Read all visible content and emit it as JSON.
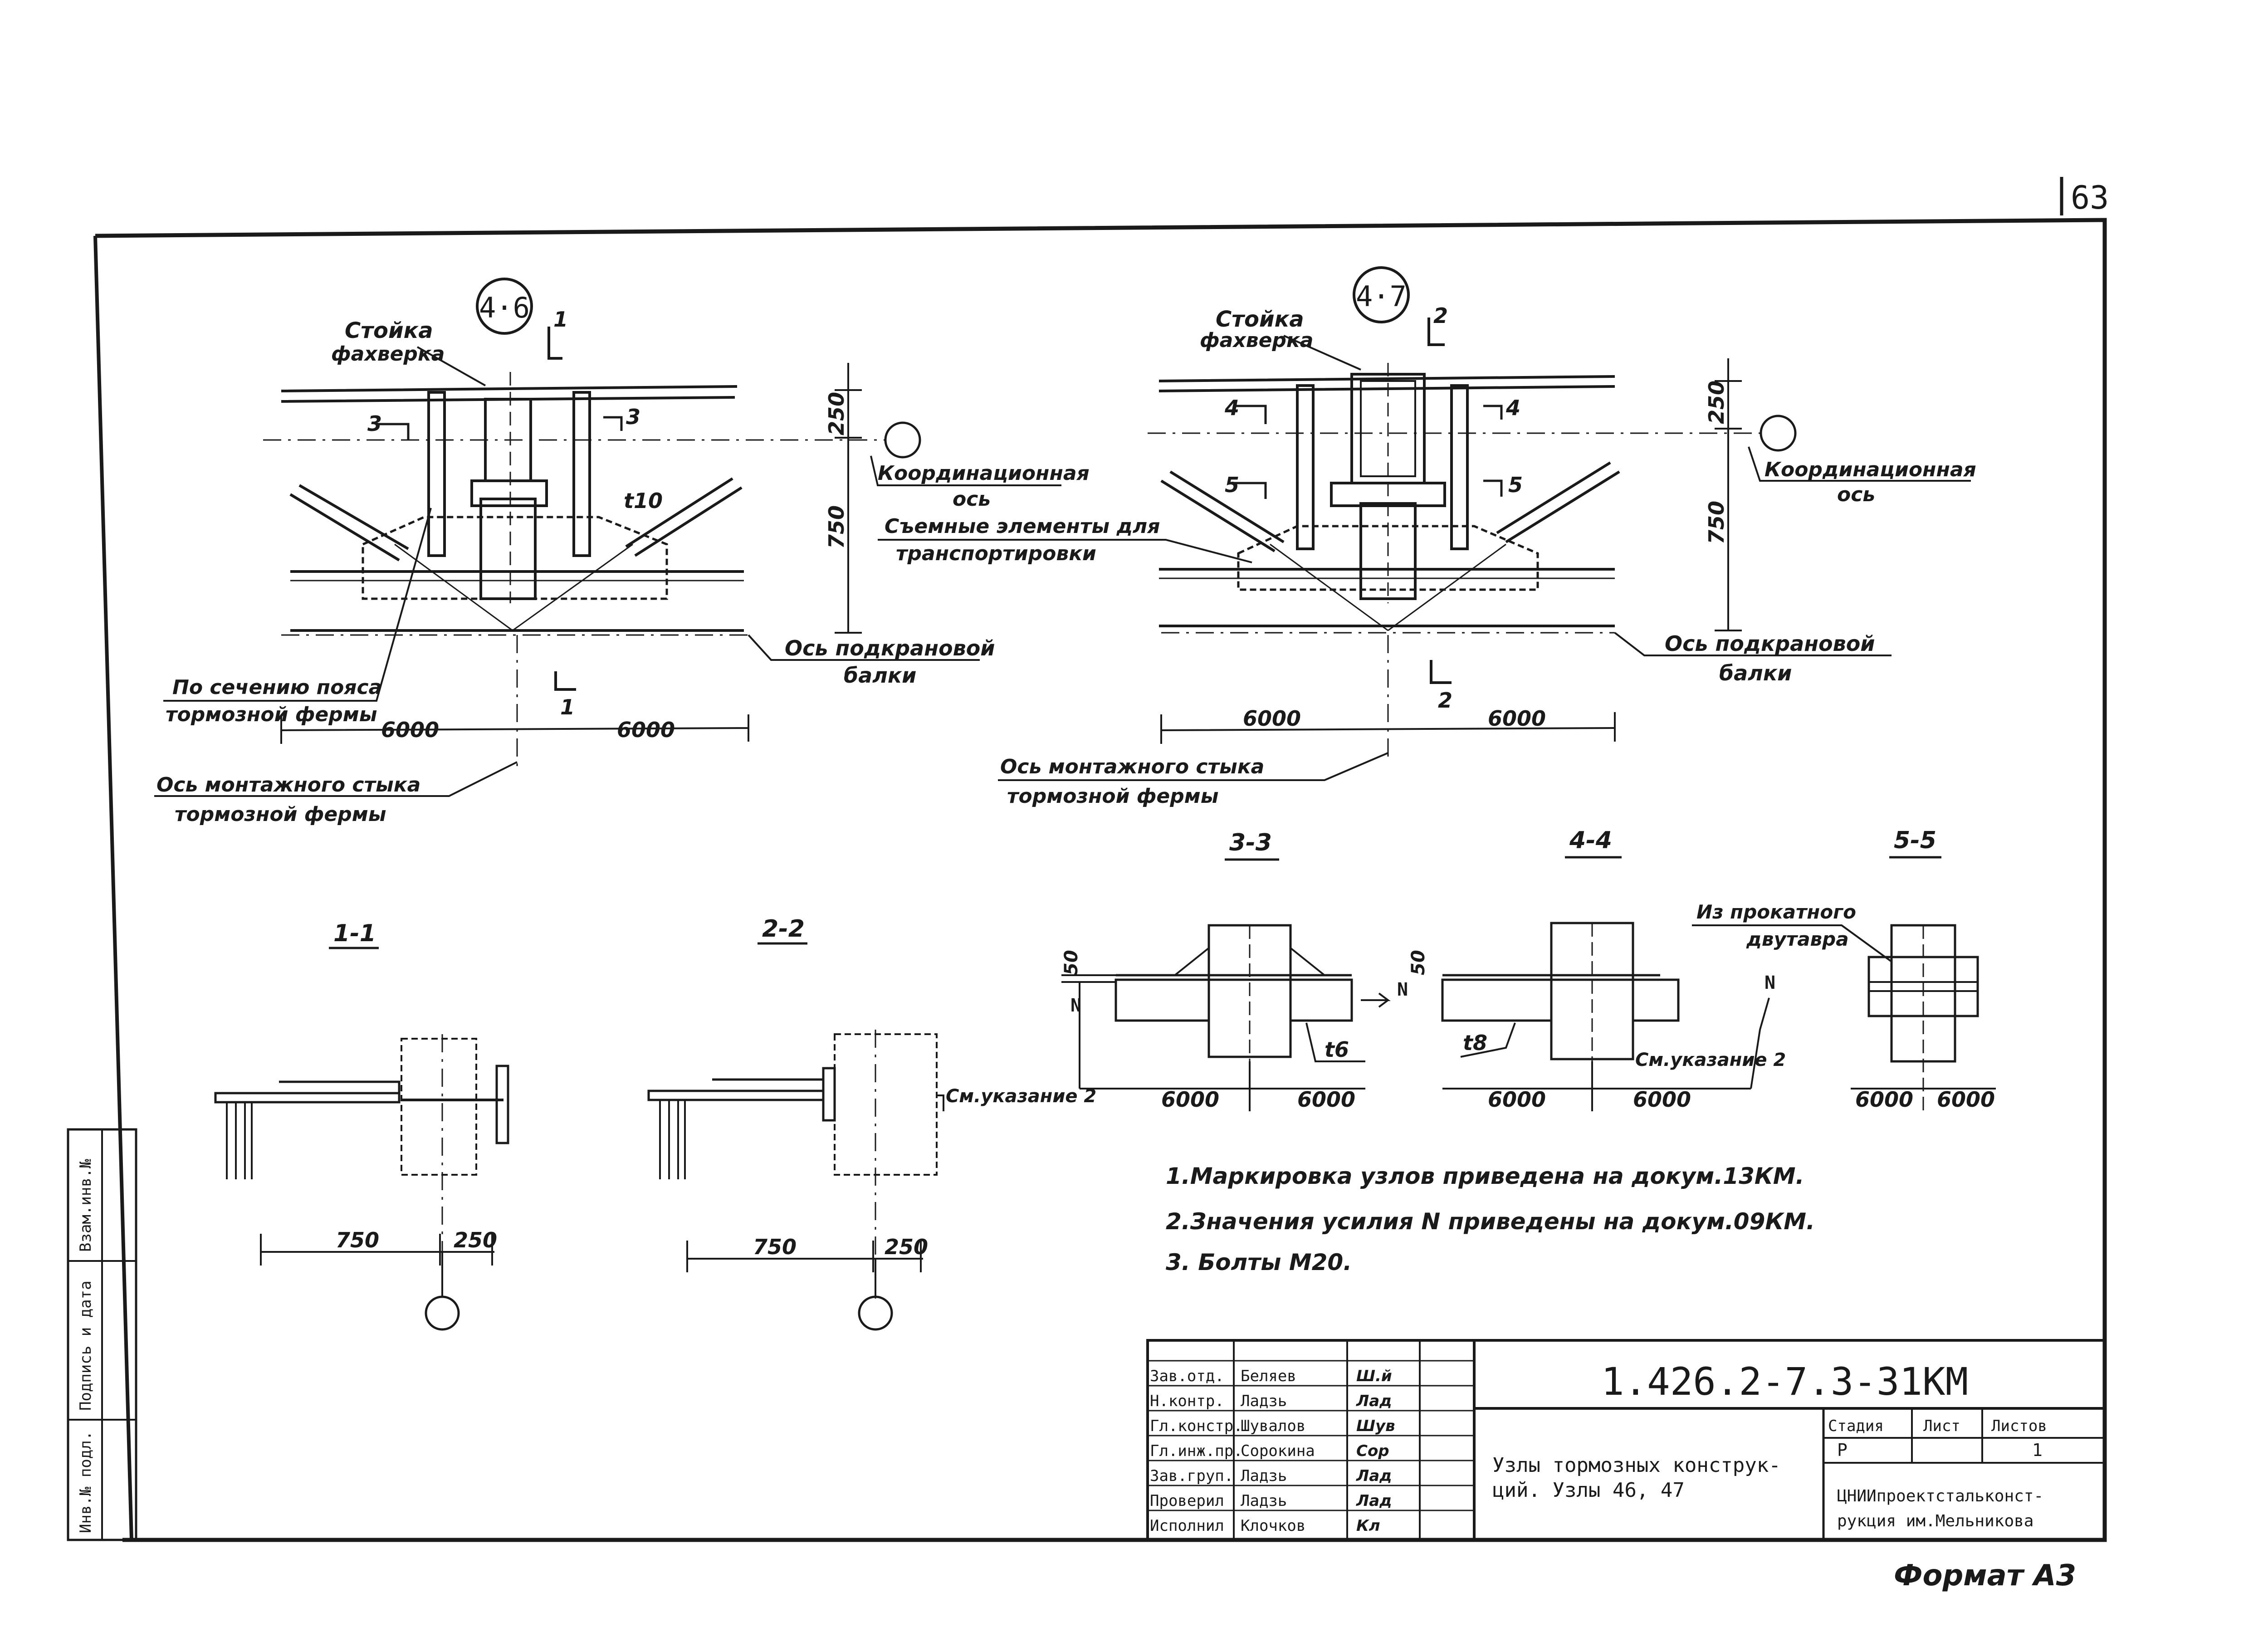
{
  "sheet": {
    "page_number": "63",
    "format_label": "Формат А3"
  },
  "node46": {
    "marker": "4·6",
    "post_label_1": "Стойка",
    "post_label_2": "фахверка",
    "section_mark_top": "1",
    "section_mark_bottom": "1",
    "section3_left": "3",
    "section3_right": "3",
    "plate_thk": "t10",
    "dim_250": "250",
    "dim_750": "750",
    "coord_axis_1": "Координационная",
    "coord_axis_2": "ось",
    "beam_axis_1": "Ось подкрановой",
    "beam_axis_2": "балки",
    "chord_1": "По сечению пояса",
    "chord_2": "тормозной фермы",
    "dim_left": "6000",
    "dim_right": "6000",
    "joint_1": "Ось монтажного стыка",
    "joint_2": "тормозной фермы"
  },
  "node47": {
    "marker": "4·7",
    "post_label_1": "Стойка",
    "post_label_2": "фахверка",
    "section_mark_top": "2",
    "section_mark_bottom": "2",
    "s4_left": "4",
    "s4_right": "4",
    "s5_left": "5",
    "s5_right": "5",
    "dim_250": "250",
    "dim_750": "750",
    "coord_axis_1": "Координационная",
    "coord_axis_2": "ось",
    "removable_1": "Съемные элементы для",
    "removable_2": "транспортировки",
    "beam_axis_1": "Ось подкрановой",
    "beam_axis_2": "балки",
    "dim_left": "6000",
    "dim_right": "6000",
    "joint_1": "Ось монтажного стыка",
    "joint_2": "тормозной фермы"
  },
  "sections": {
    "s11": {
      "title": "1-1",
      "dim_a": "750",
      "dim_b": "250"
    },
    "s22": {
      "title": "2-2",
      "dim_a": "750",
      "dim_b": "250",
      "note": "См.указание 2"
    },
    "s33": {
      "title": "3-3",
      "dim_50": "50",
      "force": "N",
      "thk": "t6",
      "dim_a": "6000",
      "dim_b": "6000"
    },
    "s44": {
      "title": "4-4",
      "dim_50": "50",
      "force": "N",
      "thk": "t8",
      "note": "См.указание 2",
      "dim_a": "6000",
      "dim_b": "6000"
    },
    "s55": {
      "title": "5-5",
      "label_1": "Из прокатного",
      "label_2": "двутавра",
      "force": "N",
      "dim_a": "6000",
      "dim_b": "6000"
    }
  },
  "notes": [
    "1.Маркировка узлов приведена на докум.13КМ.",
    "2.Значения усилия N приведены на докум.09КМ.",
    "3. Болты М20."
  ],
  "title_block": {
    "code": "1.426.2-7.3-31КМ",
    "rows": [
      {
        "role": "Зав.отд.",
        "name": "Беляев",
        "sign": "Ш.й"
      },
      {
        "role": "Н.контр.",
        "name": "Ладзь",
        "sign": "Лад"
      },
      {
        "role": "Гл.констр.",
        "name": "Шувалов",
        "sign": "Шув"
      },
      {
        "role": "Гл.инж.пр.",
        "name": "Сорокина",
        "sign": "Сор"
      },
      {
        "role": "Зав.груп.",
        "name": "Ладзь",
        "sign": "Лад"
      },
      {
        "role": "Проверил",
        "name": "Ладзь",
        "sign": "Лад"
      },
      {
        "role": "Исполнил",
        "name": "Клочков",
        "sign": "Кл"
      }
    ],
    "title_1": "Узлы тормозных конструк-",
    "title_2": "ций. Узлы 46, 47",
    "stage_h": "Стадия",
    "sheet_h": "Лист",
    "sheets_h": "Листов",
    "stage": "Р",
    "sheet": "",
    "sheets": "1",
    "org_1": "ЦНИИпроектстальконст-",
    "org_2": "рукция им.Мельникова"
  },
  "side_stamp": [
    "Инв.№ подл.",
    "Подпись и дата",
    "Взам.инв.№"
  ]
}
